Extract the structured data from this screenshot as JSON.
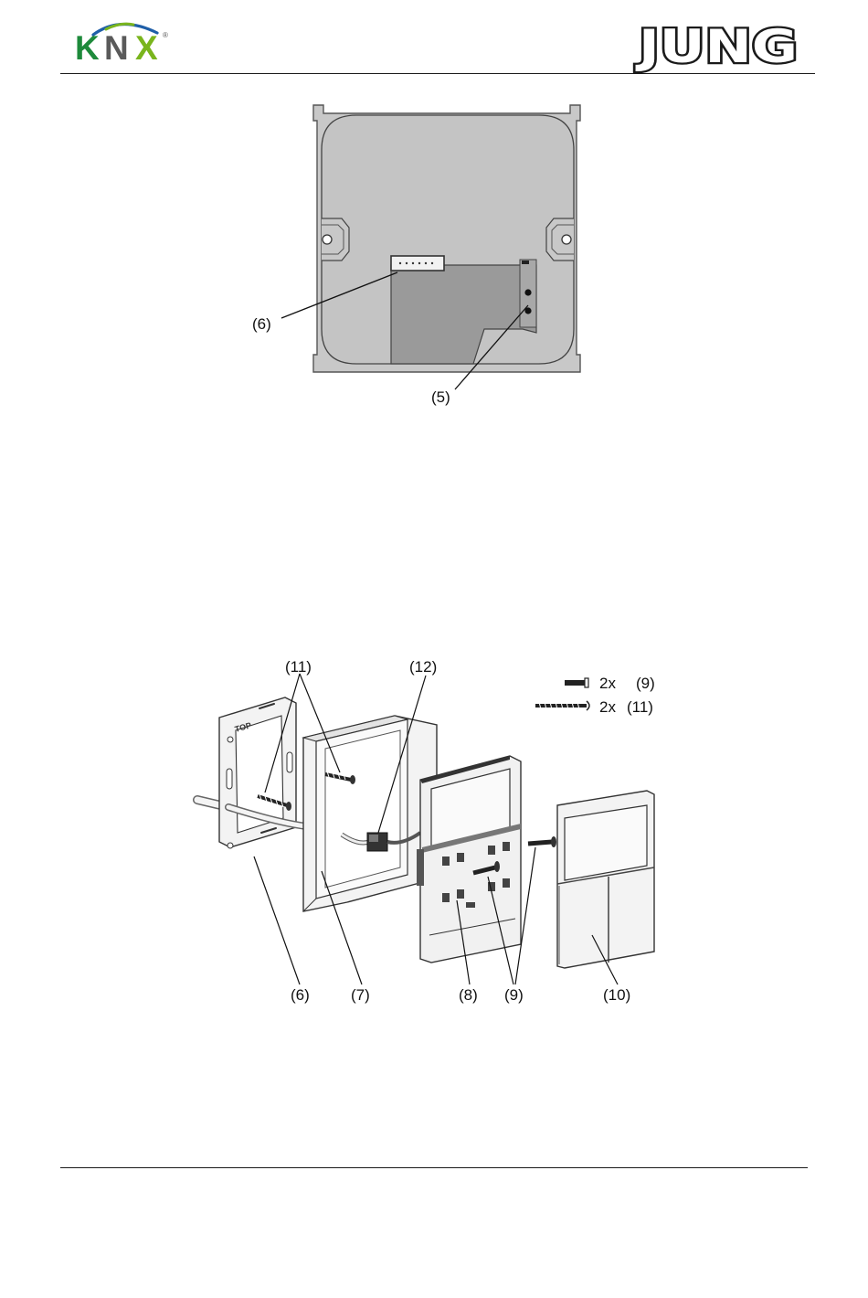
{
  "header": {
    "knx_logo": {
      "letters": [
        "K",
        "N",
        "X"
      ],
      "registered": "®",
      "colors": {
        "K": "#1e8a3b",
        "N": "#5a5a5a",
        "X": "#7ab51d",
        "arc_blue": "#1f5fa8",
        "arc_green": "#7ab51d"
      }
    },
    "jung_logo": {
      "text": "JUNG",
      "color": "#1a1a1a"
    }
  },
  "figure1": {
    "labels": {
      "connector": "(6)",
      "module": "(5)"
    },
    "colors": {
      "body": "#c8c8c8",
      "module": "#9a9a9a",
      "outline": "#444444"
    }
  },
  "figure2": {
    "labels": {
      "screws_top": "(11)",
      "cable": "(12)",
      "support_ring": "(6)",
      "frame": "(7)",
      "insert": "(8)",
      "screws_bottom": "(9)",
      "cover": "(10)"
    },
    "parts_list": [
      {
        "qty": "2x",
        "ref": "(9)",
        "icon": "short-screw-icon"
      },
      {
        "qty": "2x",
        "ref": "(11)",
        "icon": "long-screw-icon"
      }
    ]
  }
}
